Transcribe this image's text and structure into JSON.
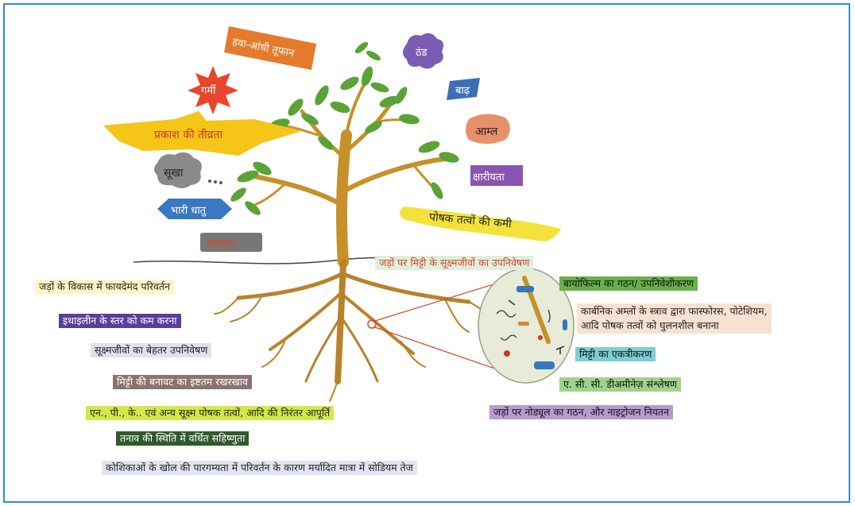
{
  "colors": {
    "border": "#2a8fd6",
    "trunk": "#c8902a",
    "leaf": "#5aa336",
    "root": "#b9822a"
  },
  "stresses": {
    "storm": "हवा-आंधी तूफान",
    "cold": "ठंड",
    "heat": "गर्मी",
    "flood": "बाढ़",
    "light": "प्रकाश की तीव्रता",
    "acid": "आम्ल",
    "drought": "सूखा",
    "alkaline": "क्षारीयता",
    "heavy_metal": "भारी धातु",
    "nutrient": "पोषक तत्वों की कमी",
    "salinity": "खारापन"
  },
  "benefits": {
    "colonization": "जड़ों पर मिट्टी के सूक्ष्मजीवों का उपनिवेषण",
    "root_growth": "जड़ों के विकास में फायदेमंद परिवर्तन",
    "ethylene": "इथाइलीन के स्तर को कम करना",
    "microbe_colonization": "सूक्ष्मजीवों का बेहतर उपनिवेषण",
    "soil_structure": "मिट्टी की बनावट का इष्टतम रखरखाव",
    "nutrient_supply": "एन., पी., के.. एवं अन्य सूक्ष्म पोषक तत्वों, आदि की निरंतर आपूर्ति",
    "tolerance": "तनाव की स्थिति में वर्धित सहिष्णुता",
    "sodium": "कोशिकाओं के खोल की पारगम्यता में परिवर्तन के कारण मर्यादित मात्रा में सोडियम तेज",
    "biofilm": "बायोफिल्म का गठन/ उपनिवेशीकरण",
    "organic_acids_1": "कार्बनिक अम्लों के स्त्राव द्वारा फास्फोरस, पोटेशियम,",
    "organic_acids_2": "आदि पोषक तत्वों को घुलनशील बनाना",
    "aggregation": "मिट्टी का एकत्रीकरण",
    "acc_deaminase": "ए. सी. सी. डीअमीनेज़ संश्लेषण",
    "nodules": "जड़ों पर नोड्यूल का गठन, और नाइट्रोजन नियतन"
  }
}
